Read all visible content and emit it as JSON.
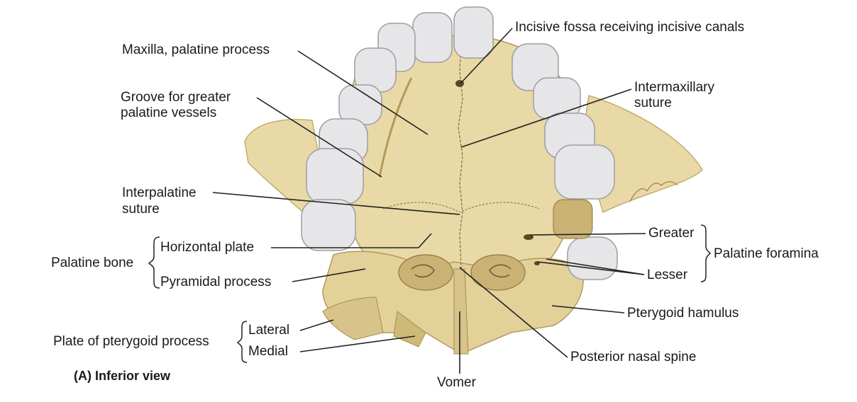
{
  "colors": {
    "bone": "#e8d9a6",
    "bone_shade": "#d2bd83",
    "bone_dark": "#b39a5b",
    "tooth": "#e6e6e8",
    "tooth_edge": "#9d9da3",
    "line": "#222222",
    "background": "#ffffff"
  },
  "caption": "(A) Inferior view",
  "labels": {
    "incisive_fossa": "Incisive fossa receiving incisive canals",
    "maxilla": "Maxilla, palatine process",
    "groove_1": "Groove for greater",
    "groove_2": "palatine vessels",
    "intermaxillary_1": "Intermaxillary",
    "intermaxillary_2": "suture",
    "interpalatine_1": "Interpalatine",
    "interpalatine_2": "suture",
    "horizontal_plate": "Horizontal plate",
    "palatine_bone": "Palatine bone",
    "pyramidal_process": "Pyramidal process",
    "greater": "Greater",
    "lesser": "Lesser",
    "palatine_foramina": "Palatine foramina",
    "pterygoid_hamulus": "Pterygoid hamulus",
    "plate_pterygoid": "Plate of pterygoid process",
    "lateral": "Lateral",
    "medial": "Medial",
    "posterior_nasal_spine": "Posterior nasal spine",
    "vomer": "Vomer"
  }
}
